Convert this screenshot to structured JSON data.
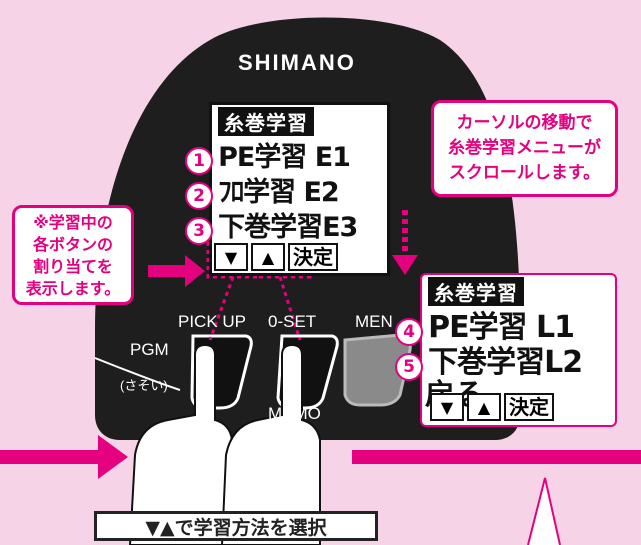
{
  "brand": "SHIMANO",
  "lcd_main": {
    "title": "糸巻学習",
    "rows": [
      {
        "num": "1",
        "text": "PE学習 E1"
      },
      {
        "num": "2",
        "text": "ﾌﾛ学習 E2"
      },
      {
        "num": "3",
        "text": "下巻学習E3"
      }
    ],
    "keys": {
      "down": "▼",
      "up": "▲",
      "confirm": "決定"
    }
  },
  "lcd_zoom": {
    "title": "糸巻学習",
    "rows": [
      {
        "num": "4",
        "text": "PE学習 L1"
      },
      {
        "num": "5",
        "text": "下巻学習L2"
      },
      {
        "num": "",
        "text": "戻る"
      }
    ],
    "keys": {
      "down": "▼",
      "up": "▲",
      "confirm": "決定"
    }
  },
  "buttons": {
    "pickup": "PICK UP",
    "oset": "0-SET",
    "menu_partial": "MEN",
    "pgm": "PGM",
    "pgm_sub": "(さそい)",
    "memo": "MEMO"
  },
  "callout_left": [
    "※学習中の",
    "各ボタンの",
    "割り当てを",
    "表示します。"
  ],
  "callout_right": [
    "カーソルの移動で",
    "糸巻学習メニューが",
    "スクロールします。"
  ],
  "bottom_label": "▼▲で学習方法を選択",
  "colors": {
    "background": "#f6d3e6",
    "accent": "#e4007f",
    "device": "#1e1e1e"
  }
}
